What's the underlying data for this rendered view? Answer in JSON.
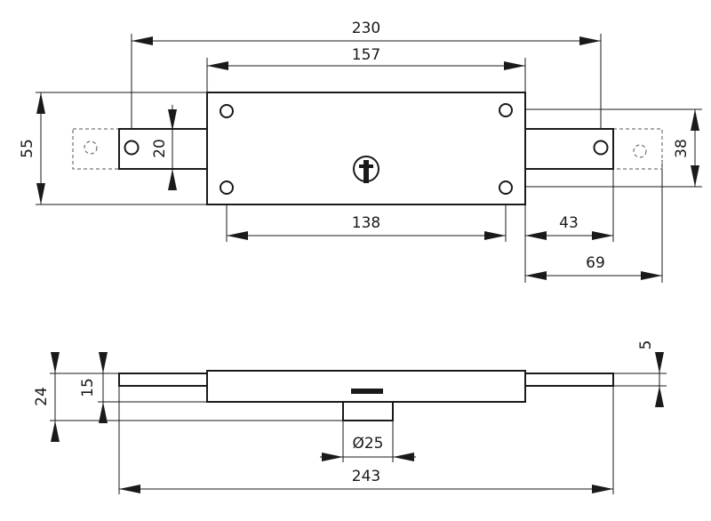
{
  "drawing": {
    "top_view": {
      "dim_overall_bolt_span": "230",
      "dim_case_length": "157",
      "dim_height": "55",
      "dim_bolt_width": "20",
      "dim_screw_spacing": "138",
      "dim_bolt_offset": "43",
      "dim_bolt_extension": "69",
      "dim_bolt_height": "38"
    },
    "side_view": {
      "dim_total_depth": "24",
      "dim_case_depth": "15",
      "dim_bolt_thickness": "5",
      "dim_cylinder_diameter": "Ø25",
      "dim_total_length": "243"
    }
  }
}
